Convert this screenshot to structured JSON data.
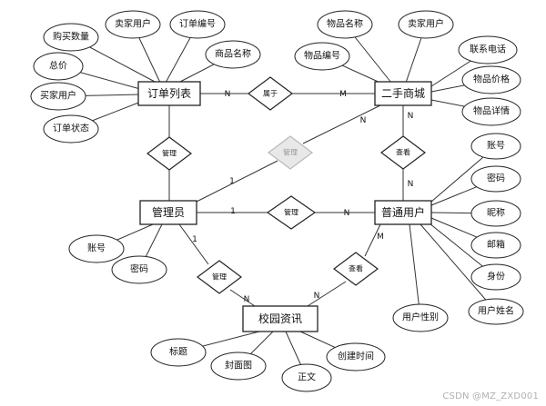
{
  "diagram": {
    "entities": {
      "order_list": "订单列表",
      "market": "二手商城",
      "admin": "管理员",
      "user": "普通用户",
      "news": "校园资讯"
    },
    "attributes": {
      "order_list": [
        "购买数量",
        "卖家用户",
        "订单编号",
        "商品名称",
        "总价",
        "买家用户",
        "订单状态"
      ],
      "market": [
        "物品名称",
        "卖家用户",
        "物品编号",
        "联系电话",
        "物品价格",
        "物品详情"
      ],
      "user": [
        "账号",
        "密码",
        "昵称",
        "邮箱",
        "身份",
        "用户姓名",
        "用户性别"
      ],
      "admin": [
        "账号",
        "密码"
      ],
      "news": [
        "标题",
        "封面图",
        "正文",
        "创建时间"
      ]
    },
    "relationships": {
      "order_market": "属于",
      "admin_market": "管理",
      "admin_order": "管理",
      "market_user": "查看",
      "admin_user": "管理",
      "admin_news": "管理",
      "user_news": "查看"
    },
    "cardinalities": {
      "order_market_left": "N",
      "order_market_right": "M",
      "admin_market_admin": "1",
      "admin_market_market": "N",
      "market_user_market": "N",
      "market_user_user": "N",
      "admin_user_admin": "1",
      "admin_user_user": "N",
      "admin_news_admin": "1",
      "admin_news_news": "N",
      "user_news_user": "M",
      "user_news_news": "N"
    }
  },
  "watermark": "CSDN @MZ_ZXD001"
}
